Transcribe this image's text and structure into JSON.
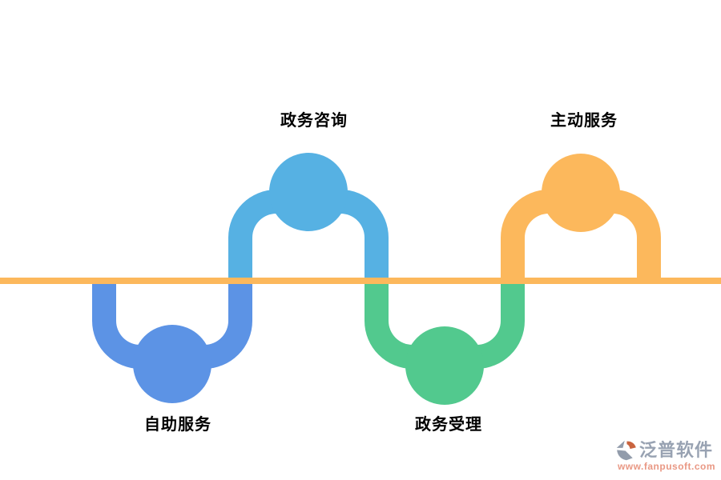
{
  "diagram": {
    "baseline_color": "#FCB85C",
    "label_color": "#000000",
    "items": [
      {
        "label": "自助服务",
        "position": "below-line",
        "color": "#5C93E5"
      },
      {
        "label": "政务咨询",
        "position": "above-line",
        "color": "#56B1E3"
      },
      {
        "label": "政务受理",
        "position": "below-line",
        "color": "#52C98E"
      },
      {
        "label": "主动服务",
        "position": "above-line",
        "color": "#FCB85C"
      }
    ]
  },
  "watermark": {
    "brand": "泛普软件",
    "url": "www.fanpusoft.com",
    "brand_color": "#939EAE",
    "url_color": "#E8937E",
    "logo_grey": "#8D97A7",
    "logo_accent": "#C75C35"
  }
}
